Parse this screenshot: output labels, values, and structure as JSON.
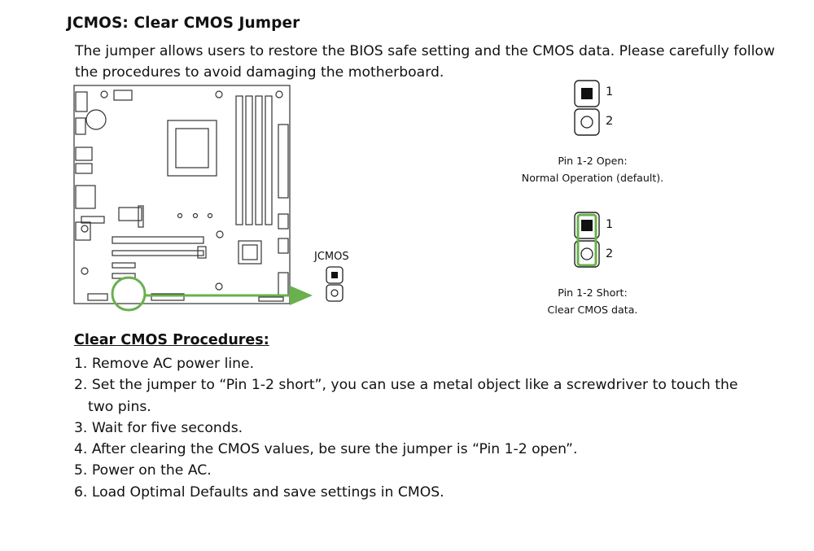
{
  "title": "JCMOS: Clear CMOS Jumper",
  "intro": "The jumper allows users to restore the BIOS safe setting and the CMOS data. Please carefully follow the procedures to avoid damaging the motherboard.",
  "board": {
    "jumper_label": "JCMOS",
    "highlight_color": "#6ab04c"
  },
  "open_state": {
    "pin1": "1",
    "pin2": "2",
    "caption_line1": "Pin 1-2 Open:",
    "caption_line2": "Normal Operation (default)."
  },
  "short_state": {
    "pin1": "1",
    "pin2": "2",
    "caption_line1": "Pin 1-2 Short:",
    "caption_line2": "Clear CMOS data."
  },
  "procedures": {
    "title": "Clear CMOS Procedures:",
    "steps": [
      "1. Remove AC power line.",
      "2. Set the jumper to “Pin 1-2 short”, you can use a metal object like a screwdriver to touch the",
      "two pins.",
      "3. Wait for five seconds.",
      "4. After clearing the CMOS values, be sure the jumper is “Pin 1-2 open”.",
      "5. Power on the AC.",
      "6. Load Optimal Defaults and save settings in CMOS."
    ]
  }
}
